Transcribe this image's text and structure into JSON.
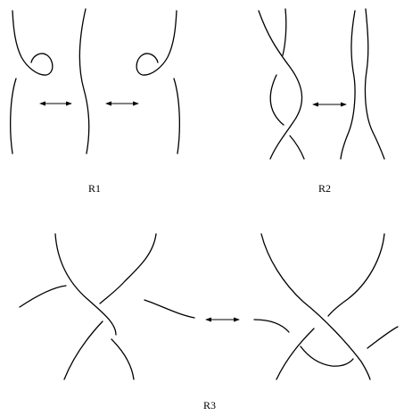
{
  "labels": {
    "r1": "R1",
    "r2": "R2",
    "r3": "R3"
  },
  "colors": {
    "ink": "#000000",
    "background": "#ffffff"
  },
  "icons": {
    "equivalence_arrow": "double-headed-arrow"
  }
}
